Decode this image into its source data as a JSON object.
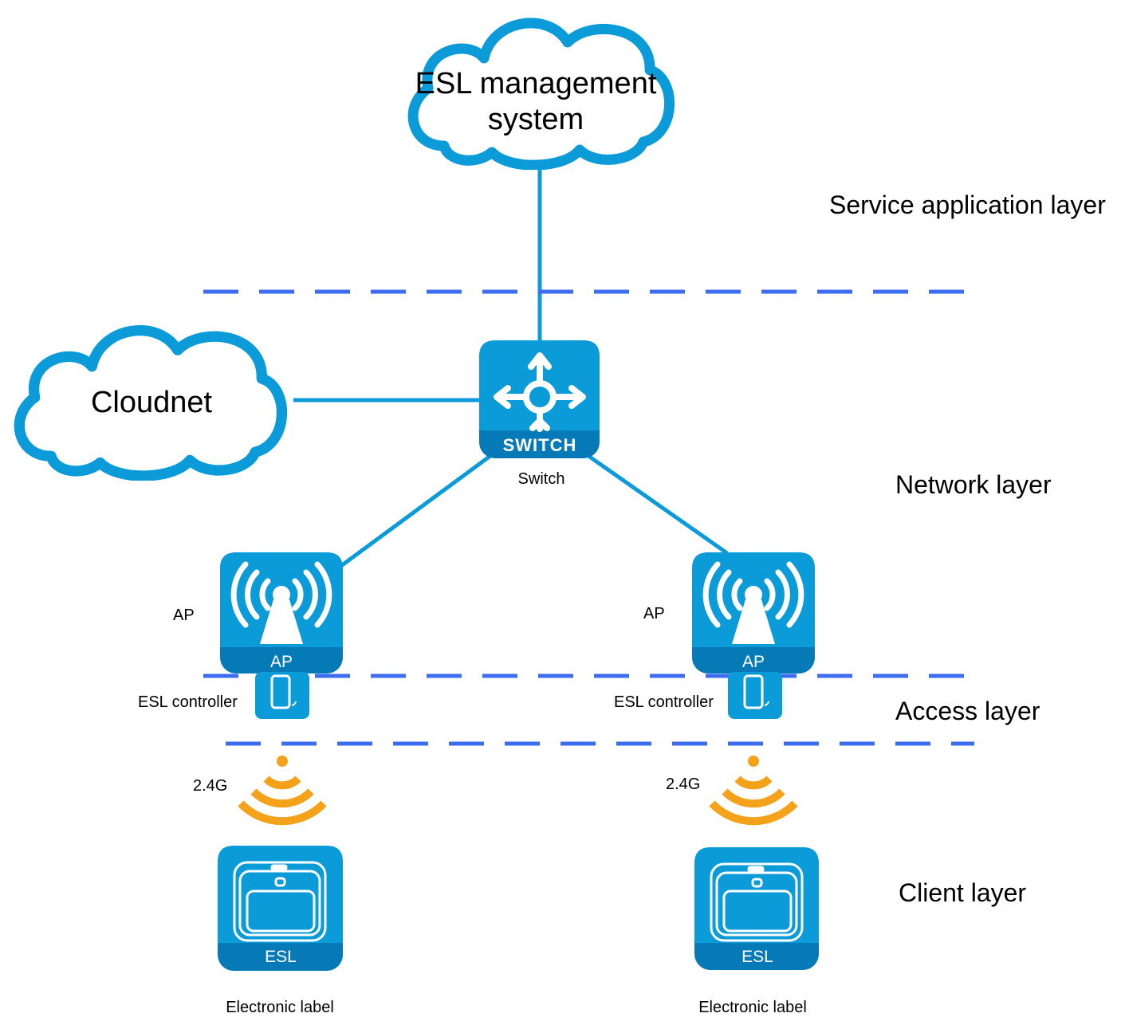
{
  "colors": {
    "device_blue": "#0A9BD8",
    "device_band": "#0679B7",
    "cloud_stroke": "#0A9BD8",
    "link_line": "#0A9BD8",
    "layer_divider": "#3C6CF0",
    "wifi_signal": "#F5A21B"
  },
  "clouds": {
    "esl_management": {
      "line1": "ESL management",
      "line2": "system"
    },
    "cloudnet": {
      "label": "Cloudnet"
    }
  },
  "layers": {
    "service": "Service application layer",
    "network": "Network layer",
    "access": "Access layer",
    "client": "Client layer"
  },
  "switch": {
    "band_text": "SWITCH",
    "caption": "Switch",
    "icon": "switch-arrows-icon"
  },
  "left_branch": {
    "ap_label": "AP",
    "ap_band_text": "AP",
    "controller_label": "ESL controller",
    "frequency": "2.4G",
    "esl_band_text": "ESL",
    "esl_caption": "Electronic label"
  },
  "right_branch": {
    "ap_label": "AP",
    "ap_band_text": "AP",
    "controller_label": "ESL controller",
    "frequency": "2.4G",
    "esl_band_text": "ESL",
    "esl_caption": "Electronic label"
  }
}
